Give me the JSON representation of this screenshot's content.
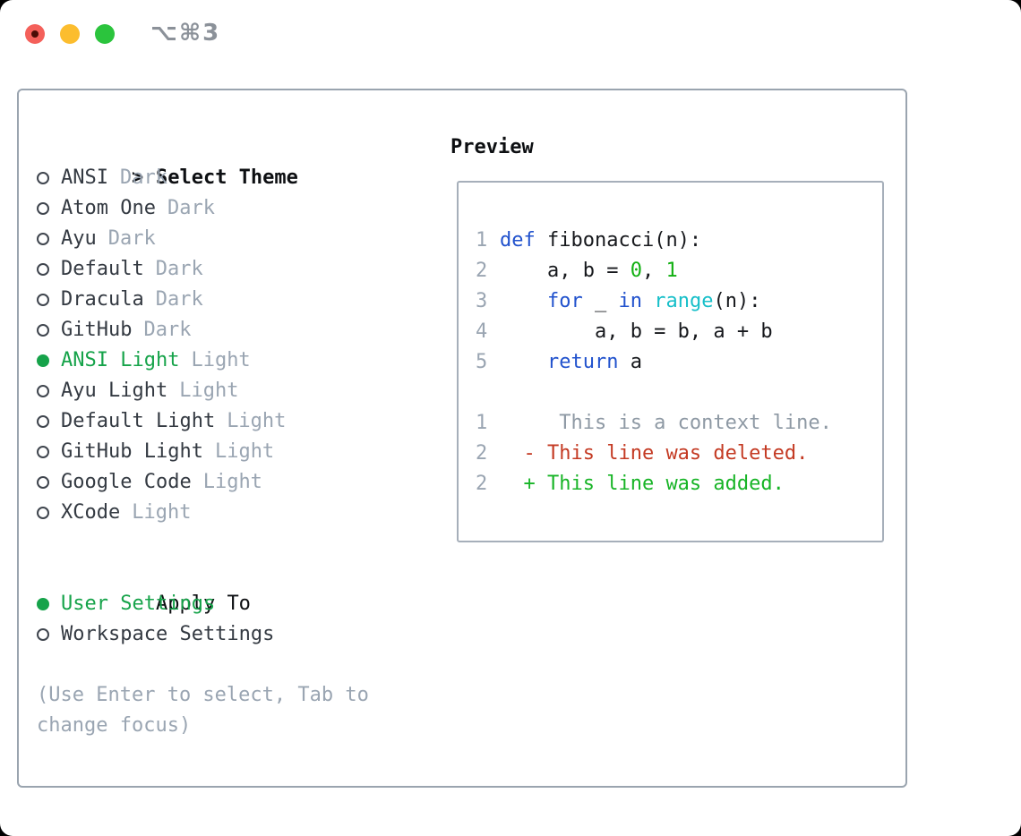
{
  "titlebar": {
    "title": "⌥⌘3"
  },
  "theme_panel": {
    "cursor": ">",
    "title": "Select Theme",
    "items": [
      {
        "label": "ANSI",
        "tag": "Dark",
        "selected": false
      },
      {
        "label": "Atom One",
        "tag": "Dark",
        "selected": false
      },
      {
        "label": "Ayu",
        "tag": "Dark",
        "selected": false
      },
      {
        "label": "Default",
        "tag": "Dark",
        "selected": false
      },
      {
        "label": "Dracula",
        "tag": "Dark",
        "selected": false
      },
      {
        "label": "GitHub",
        "tag": "Dark",
        "selected": false
      },
      {
        "label": "ANSI Light",
        "tag": "Light",
        "selected": true
      },
      {
        "label": "Ayu Light",
        "tag": "Light",
        "selected": false
      },
      {
        "label": "Default Light",
        "tag": "Light",
        "selected": false
      },
      {
        "label": "GitHub Light",
        "tag": "Light",
        "selected": false
      },
      {
        "label": "Google Code",
        "tag": "Light",
        "selected": false
      },
      {
        "label": "XCode",
        "tag": "Light",
        "selected": false
      }
    ],
    "apply_to": {
      "title": "Apply To",
      "options": [
        {
          "label": "User Settings",
          "selected": true
        },
        {
          "label": "Workspace Settings",
          "selected": false
        }
      ]
    },
    "help_lines": [
      "(Use Enter to select, Tab to",
      "change focus)"
    ]
  },
  "preview": {
    "title": "Preview",
    "code_lines": [
      {
        "num": "1",
        "tokens": [
          {
            "t": "def",
            "c": "kw"
          },
          {
            "t": " fibonacci(n):",
            "c": "txt"
          }
        ]
      },
      {
        "num": "2",
        "tokens": [
          {
            "t": "    a, b = ",
            "c": "txt"
          },
          {
            "t": "0",
            "c": "num"
          },
          {
            "t": ", ",
            "c": "txt"
          },
          {
            "t": "1",
            "c": "num"
          }
        ]
      },
      {
        "num": "3",
        "tokens": [
          {
            "t": "    ",
            "c": "txt"
          },
          {
            "t": "for",
            "c": "kw"
          },
          {
            "t": " _ ",
            "c": "txt"
          },
          {
            "t": "in",
            "c": "kw"
          },
          {
            "t": " ",
            "c": "txt"
          },
          {
            "t": "range",
            "c": "fn"
          },
          {
            "t": "(n):",
            "c": "txt"
          }
        ]
      },
      {
        "num": "4",
        "tokens": [
          {
            "t": "        a, b = b, a + b",
            "c": "txt"
          }
        ]
      },
      {
        "num": "5",
        "tokens": [
          {
            "t": "    ",
            "c": "txt"
          },
          {
            "t": "return",
            "c": "kw"
          },
          {
            "t": " a",
            "c": "txt"
          }
        ]
      }
    ],
    "diff_lines": [
      {
        "num": "1",
        "tokens": [
          {
            "t": "     This is a context line.",
            "c": "ctx"
          }
        ]
      },
      {
        "num": "2",
        "tokens": [
          {
            "t": "  ",
            "c": "txt"
          },
          {
            "t": "- This line was deleted.",
            "c": "del"
          }
        ]
      },
      {
        "num": "2",
        "tokens": [
          {
            "t": "  ",
            "c": "txt"
          },
          {
            "t": "+ This line was added.",
            "c": "add"
          }
        ]
      }
    ]
  },
  "colors": {
    "accent": "#16a34a",
    "kw": "#2152cd",
    "fn": "#17bfc9",
    "num": "#12b012",
    "del": "#c43a23",
    "add": "#17b426",
    "muted": "#9aa5b2",
    "ctx": "#8e99a4",
    "text_dark": "#343a42",
    "code_text": "#16181c",
    "black": "#0d0f12",
    "ring_gray": "#3f454e",
    "border_gray": "#9aa4af",
    "border_gray2": "#a6afba",
    "title_gray": "#8b9199",
    "tl_red": "#f4605a",
    "tl_red_dot": "#4a0d06",
    "tl_yellow": "#fcbd2e",
    "tl_green": "#2bc43d"
  }
}
